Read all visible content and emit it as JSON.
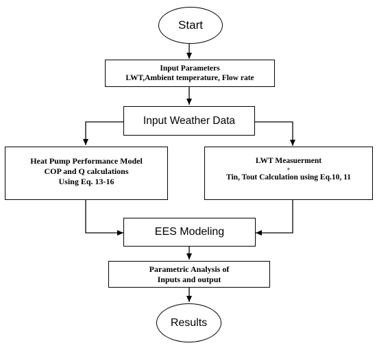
{
  "diagram": {
    "start": "Start",
    "input_parameters": [
      "Input Parameters",
      "LWT,Ambient temperature, Flow rate"
    ],
    "input_weather_data": "Input Weather Data",
    "heat_pump_model": [
      "Heat Pump Performance Model",
      "COP and Q calculations",
      "Using Eq. 13-16"
    ],
    "lwt_measurement": [
      "LWT Measuerment",
      "+",
      "Tin, Tout Calculation using Eq.10, 11"
    ],
    "ees_modeling": "EES Modeling",
    "parametric_analysis": [
      "Parametric Analysis of",
      "Inputs and output"
    ],
    "results": "Results"
  },
  "colors": {
    "stroke": "#000000",
    "fill": "#ffffff"
  }
}
